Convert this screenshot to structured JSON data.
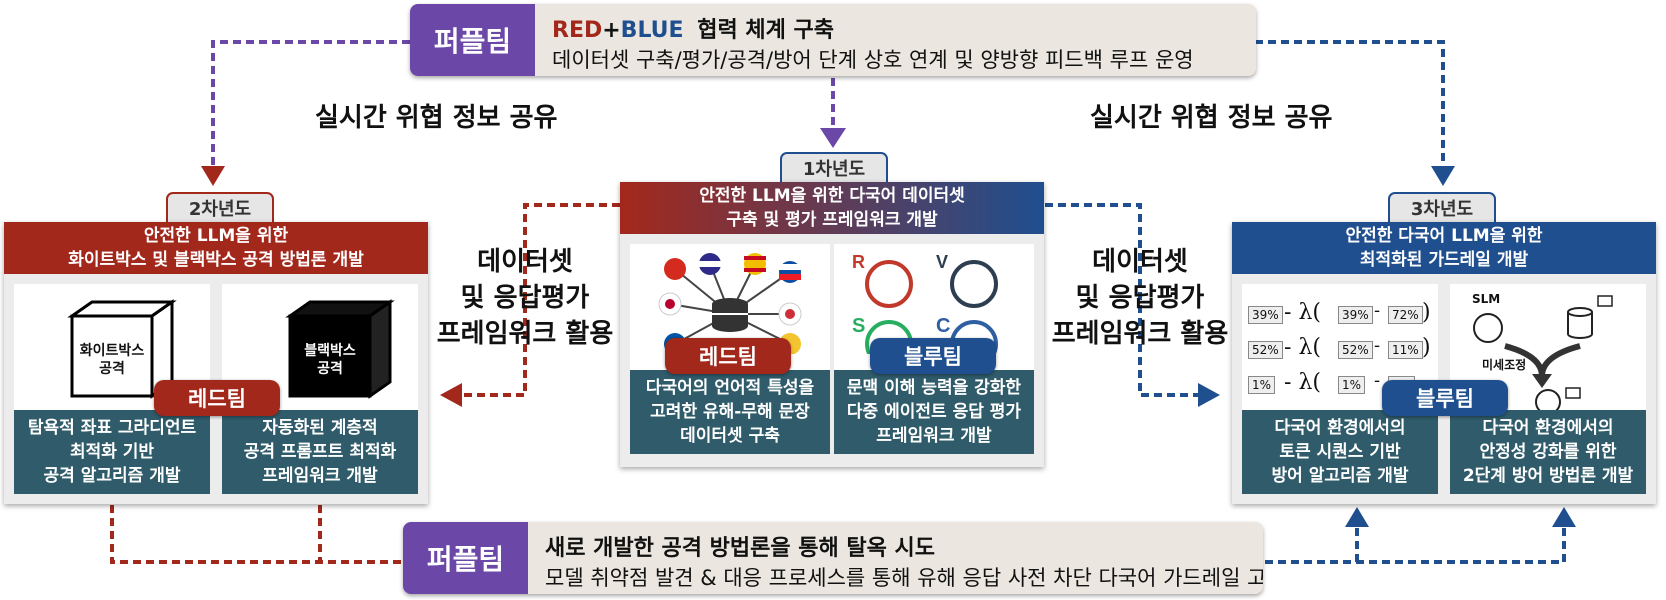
{
  "top_box": {
    "tag": "퍼플팀",
    "red_word": "RED",
    "plus": "+",
    "blue_word": "BLUE",
    "title_rest": "협력 체계 구축",
    "subtitle": "데이터셋 구축/평가/공격/방어 단계  상호 연계 및 양방향 피드백 루프 운영",
    "colors": {
      "tag": "#6b48a8",
      "red": "#a3281c",
      "blue": "#1f4f8f"
    }
  },
  "bottom_box": {
    "tag": "퍼플팀",
    "title": "새로 개발한 공격 방법론을 통해 탈옥 시도",
    "subtitle": "모델 취약점 발견 & 대응 프로세스를 통해 유해 응답 사전 차단 다국어 가드레일 고도화"
  },
  "share_left": "실시간 위협 정보 공유",
  "share_right": "실시간 위협 정보 공유",
  "dataset_left": [
    "데이터셋",
    "및 응답평가",
    "프레임워크 활용"
  ],
  "dataset_right": [
    "데이터셋",
    "및 응답평가",
    "프레임워크 활용"
  ],
  "year2": {
    "tab": "2차년도",
    "header": [
      "안전한 LLM을 위한",
      "화이트박스 및 블랙박스 공격 방법론 개발"
    ],
    "white_box_label": [
      "화이트박스",
      "공격"
    ],
    "black_box_label": [
      "블랙박스",
      "공격"
    ],
    "team": "레드팀",
    "cards": [
      [
        "탐욕적 좌표  그라디언트",
        "최적화 기반",
        "공격 알고리즘 개발"
      ],
      [
        "자동화된 계층적",
        "공격 프롬프트 최적화",
        "프레임워크 개발"
      ]
    ]
  },
  "year1": {
    "tab": "1차년도",
    "header": [
      "안전한 LLM을 위한 다국어 데이터셋",
      "구축 및 평가 프레임워크 개발"
    ],
    "red_team": "레드팀",
    "blue_team": "블루팀",
    "agent_letters": [
      "R",
      "V",
      "S",
      "C"
    ],
    "cards": [
      [
        "다국어의 언어적 특성을",
        "고려한 유해-무해 문장",
        "데이터셋 구축"
      ],
      [
        "문맥 이해 능력을 강화한",
        "다중 에이전트 응답 평가",
        "프레임워크 개발"
      ]
    ]
  },
  "year3": {
    "tab": "3차년도",
    "header": [
      "안전한 다국어 LLM을 위한",
      "최적화된 가드레일 개발"
    ],
    "team": "블루팀",
    "lambda": "λ",
    "formula_rows": [
      {
        "a": "39%",
        "b": "39%",
        "c": "72%"
      },
      {
        "a": "52%",
        "b": "52%",
        "c": "11%"
      },
      {
        "a": "1%",
        "b": "1%",
        "c": "0%"
      }
    ],
    "slm_label": "SLM",
    "finetune_label": "미세조정",
    "cards": [
      [
        "다국어 환경에서의",
        "토큰 시퀀스 기반",
        "방어 알고리즘 개발"
      ],
      [
        "다국어 환경에서의",
        "안정성 강화를 위한",
        "2단계 방어 방법론 개발"
      ]
    ]
  },
  "icons": [
    "database-icon",
    "flag-icon",
    "agent-icon",
    "box-icon",
    "network-icon",
    "arrow-merge-icon"
  ]
}
